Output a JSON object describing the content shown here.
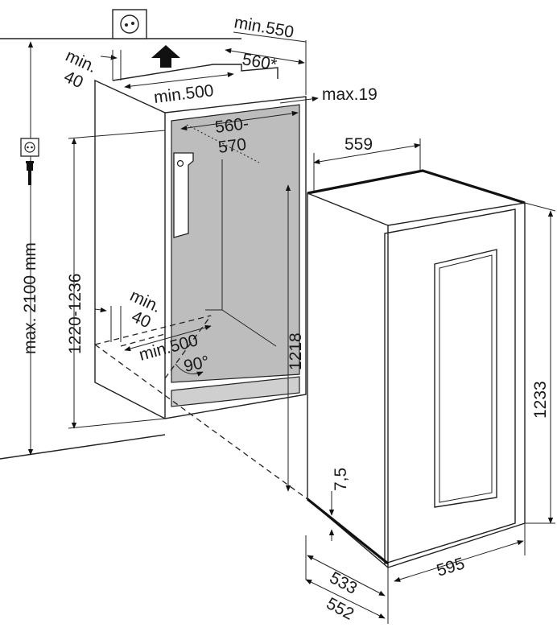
{
  "dimensions": {
    "max_height": "max. 2100 mm",
    "niche_height": "1220-1236",
    "niche_depth_top": "min.550",
    "niche_depth_star": "560*",
    "vent_gap_top": "min.",
    "vent_gap_top_value": "40",
    "vent_width_top": "min.500",
    "panel_thickness": "max.19",
    "niche_width_line1": "560-",
    "niche_width_line2": "570",
    "vent_gap_bottom": "min.",
    "vent_gap_bottom_value": "40",
    "vent_width_bottom": "min.500",
    "angle": "90°",
    "inner_height": "1218",
    "appliance_width_top": "559",
    "appliance_height": "1233",
    "door_gap": "7,5",
    "depth_body": "533",
    "depth_total": "552",
    "appliance_width_bottom": "595"
  },
  "icons": [
    "socket-icon",
    "plug-icon",
    "air-flow-arrow-icon"
  ],
  "colors": {
    "niche_shade": "#bdbdbd",
    "line": "#222222"
  }
}
